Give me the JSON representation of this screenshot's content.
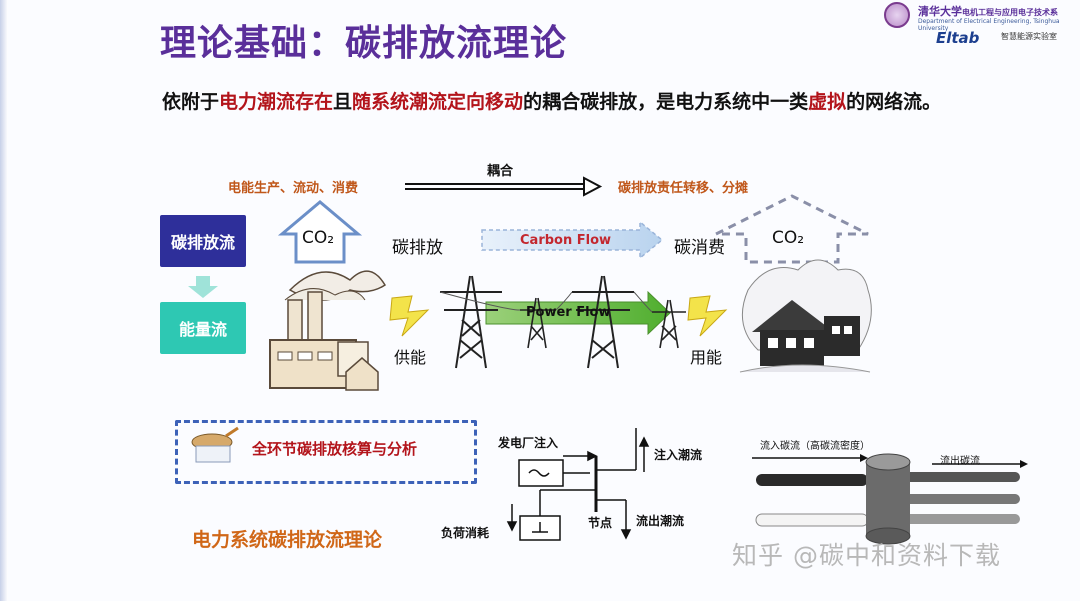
{
  "slide": {
    "title": "理论基础：碳排放流理论",
    "logo": {
      "university": "清华大学",
      "dept": "电机工程与应用电子技术系",
      "dept_en": "Department of Electrical Engineering, Tsinghua University",
      "lab": "Eltab",
      "lab_sub": "智慧能源实验室"
    },
    "statement": {
      "p1": "依附于",
      "p2": "电力潮流存在",
      "p3": "且",
      "p4": "随系统潮流定向移动",
      "p5": "的耦合碳排放，是电力系统中一类",
      "p6": "虚拟",
      "p7": "的网络流。"
    },
    "top_left_label": "电能生产、流动、消费",
    "coupling_label": "耦合",
    "top_right_label": "碳排放责任转移、分摊",
    "carbon_flow_box": "碳排放流",
    "energy_flow_box": "能量流",
    "co2_left": "CO₂",
    "co2_right": "CO₂",
    "carbon_emission_label": "碳排放",
    "carbon_flow_arrow_label": "Carbon Flow",
    "carbon_consumption_label": "碳消费",
    "supply_label": "供能",
    "power_flow_arrow_label": "Power Flow",
    "use_label": "用能",
    "full_chain_label": "全环节碳排放核算与分析",
    "theory_label": "电力系统碳排放流理论",
    "circuit": {
      "plant_injection": "发电厂注入",
      "inject_flow": "注入潮流",
      "node": "节点",
      "outflow": "流出潮流",
      "load": "负荷消耗"
    },
    "pipe": {
      "in_label": "流入碳流（高碳流密度）",
      "out_label": "流出碳流"
    },
    "watermark": "知乎 @碳中和资料下载",
    "colors": {
      "title": "#5a2f9a",
      "highlight_red": "#b3141b",
      "carbon_box": "#2e2f9a",
      "energy_box": "#2ec8b3",
      "power_flow_green": "#6cc04a"
    }
  }
}
